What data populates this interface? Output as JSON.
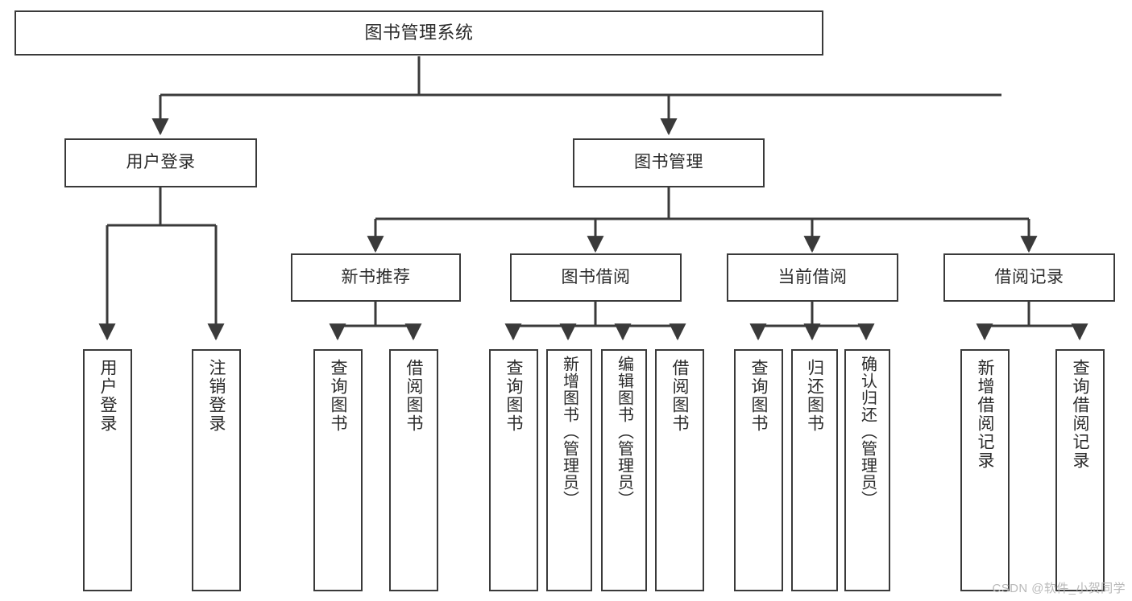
{
  "diagram": {
    "type": "tree-hierarchy-chart",
    "title": "图书管理系统",
    "colors": {
      "node_border": "#3a3a3a",
      "node_fill": "#ffffff",
      "text": "#2b2b2b",
      "edge": "#3a3a3a",
      "background": "#ffffff",
      "watermark": "#b9b9b9"
    },
    "watermark": "CSDN @软件_小贺同学",
    "nodes": {
      "root": {
        "label": "图书管理系统"
      },
      "level2": [
        {
          "label": "用户登录"
        },
        {
          "label": "图书管理"
        }
      ],
      "level3": [
        {
          "label": "新书推荐"
        },
        {
          "label": "图书借阅"
        },
        {
          "label": "当前借阅"
        },
        {
          "label": "借阅记录"
        }
      ],
      "leaves": {
        "user_login": [
          {
            "label": "用户登录"
          },
          {
            "label": "注销登录"
          }
        ],
        "new_book_recommend": [
          {
            "label": "查询图书"
          },
          {
            "label": "借阅图书"
          }
        ],
        "book_borrow": [
          {
            "label": "查询图书"
          },
          {
            "label": "新增图书（管理员）"
          },
          {
            "label": "编辑图书（管理员）"
          },
          {
            "label": "借阅图书"
          }
        ],
        "current_borrow": [
          {
            "label": "查询图书"
          },
          {
            "label": "归还图书"
          },
          {
            "label": "确认归还（管理员）"
          }
        ],
        "borrow_record": [
          {
            "label": "新增借阅记录"
          },
          {
            "label": "查询借阅记录"
          }
        ]
      }
    }
  }
}
